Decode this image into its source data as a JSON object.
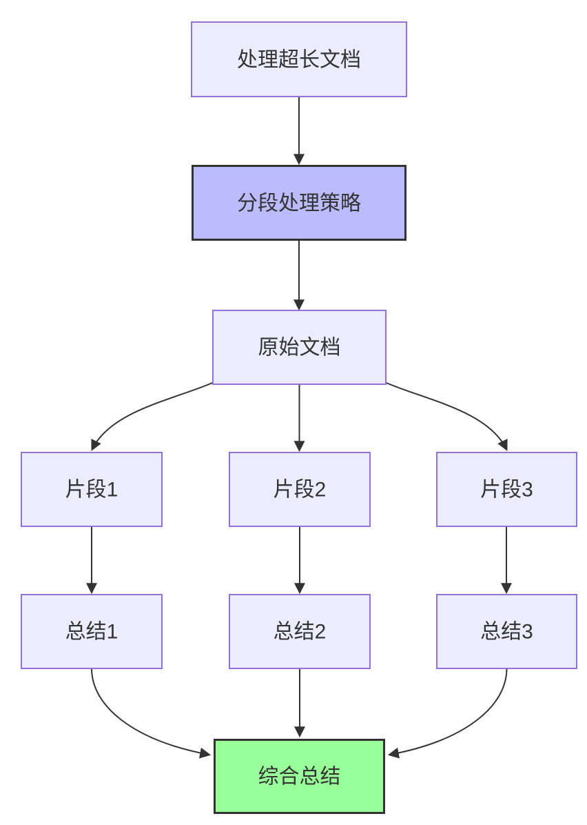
{
  "diagram": {
    "type": "flowchart",
    "direction": "top-down",
    "background_color": "#ffffff",
    "colors": {
      "node_fill": "#ECECFF",
      "node_border": "#9370DB",
      "emphasis_fill": "#BBBBFF",
      "emphasis_border": "#333333",
      "final_fill": "#99FF99",
      "final_border": "#333333",
      "edge": "#333333",
      "text": "#333333"
    },
    "nodes": [
      {
        "id": "A",
        "label": "处理超长文档",
        "style": "default"
      },
      {
        "id": "B",
        "label": "分段处理策略",
        "style": "emphasis"
      },
      {
        "id": "C",
        "label": "原始文档",
        "style": "default"
      },
      {
        "id": "C1",
        "label": "片段1",
        "style": "default"
      },
      {
        "id": "C2",
        "label": "片段2",
        "style": "default"
      },
      {
        "id": "C3",
        "label": "片段3",
        "style": "default"
      },
      {
        "id": "S1",
        "label": "总结1",
        "style": "default"
      },
      {
        "id": "S2",
        "label": "总结2",
        "style": "default"
      },
      {
        "id": "S3",
        "label": "总结3",
        "style": "default"
      },
      {
        "id": "F",
        "label": "综合总结",
        "style": "final"
      }
    ],
    "edges": [
      {
        "from": "A",
        "to": "B"
      },
      {
        "from": "B",
        "to": "C"
      },
      {
        "from": "C",
        "to": "C1"
      },
      {
        "from": "C",
        "to": "C2"
      },
      {
        "from": "C",
        "to": "C3"
      },
      {
        "from": "C1",
        "to": "S1"
      },
      {
        "from": "C2",
        "to": "S2"
      },
      {
        "from": "C3",
        "to": "S3"
      },
      {
        "from": "S1",
        "to": "F"
      },
      {
        "from": "S2",
        "to": "F"
      },
      {
        "from": "S3",
        "to": "F"
      }
    ]
  }
}
